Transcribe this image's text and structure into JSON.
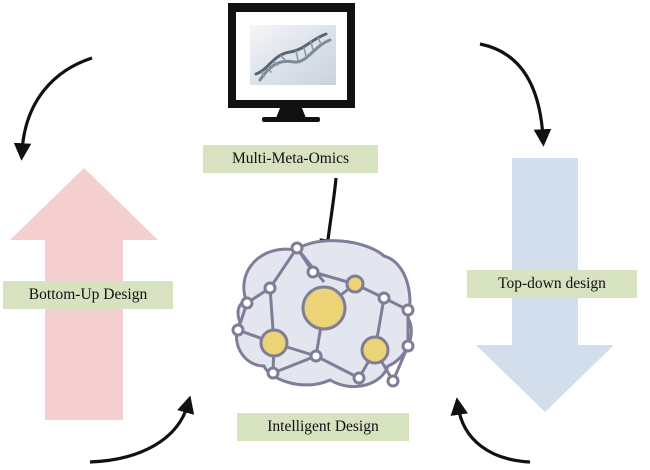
{
  "labels": {
    "bottom_up": "Bottom-Up Design",
    "multi_meta_omics": "Multi-Meta-Omics",
    "top_down": "Top-down design",
    "intelligent": "Intelligent Design"
  },
  "colors": {
    "label_bg": "#d7e2c1",
    "up_arrow": "#f5cfcf",
    "down_arrow": "#d2deec",
    "node_fill": "#ebd376",
    "node_stroke": "#7f7d98",
    "brain_fill": "#e4e6ef",
    "curved_arrow": "#111111"
  },
  "icons": {
    "monitor": "monitor-icon",
    "dna": "dna-helix-icon",
    "brain_network": "brain-network-icon"
  }
}
